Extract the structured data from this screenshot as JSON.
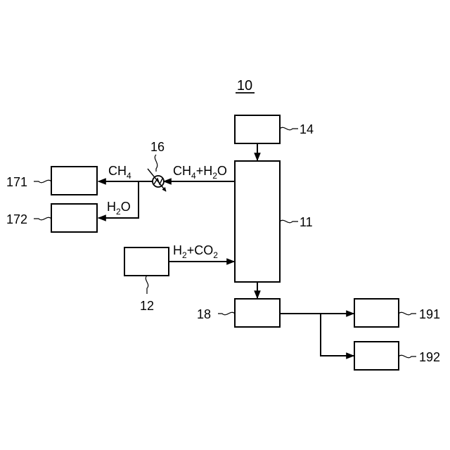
{
  "figure_label": "10",
  "refs": {
    "r11": "11",
    "r12": "12",
    "r14": "14",
    "r16": "16",
    "r18": "18",
    "r171": "171",
    "r172": "172",
    "r191": "191",
    "r192": "192"
  },
  "flows": {
    "ch4_h2o": {
      "a": "CH",
      "a_sub": "4",
      "b": "+H",
      "b_sub": "2",
      "c": "O"
    },
    "ch4": {
      "a": "CH",
      "a_sub": "4"
    },
    "h2o": {
      "a": "H",
      "a_sub": "2",
      "b": "O"
    },
    "h2_co2": {
      "a": "H",
      "a_sub": "2",
      "b": "+CO",
      "b_sub": "2"
    }
  }
}
